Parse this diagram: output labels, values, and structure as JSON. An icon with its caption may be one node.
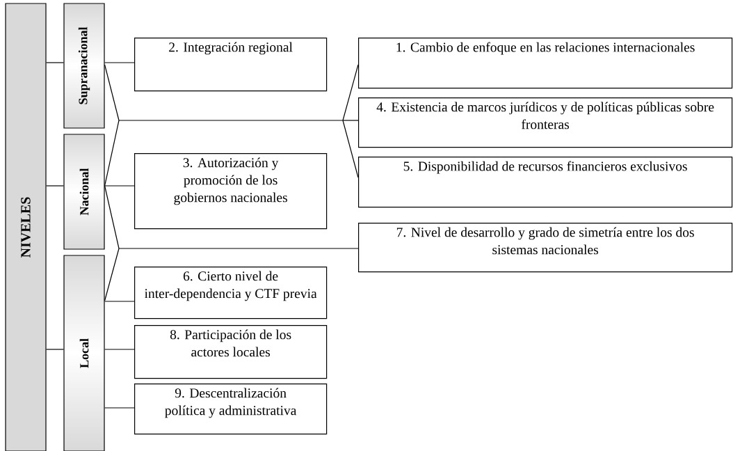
{
  "diagram": {
    "nodes": [
      {
        "text": [
          "NIVELES"
        ]
      },
      {
        "text": [
          "Supranacional"
        ]
      },
      {
        "text": [
          "Nacional"
        ]
      },
      {
        "text": [
          "Local"
        ]
      },
      {
        "text": [
          "2. Integración regional"
        ]
      },
      {
        "text": [
          "3. Autorización y promoción de los gobiernos nacionales"
        ]
      },
      {
        "text": [
          "6. Cierto nivel de inter-dependencia y CTF previa"
        ]
      },
      {
        "text": [
          "8. Participación de los actores locales"
        ]
      },
      {
        "text": [
          "9. Descentralización política y administrativa"
        ]
      },
      {
        "text": [
          "1. Cambio de enfoque en las relaciones internacionales"
        ]
      },
      {
        "text": [
          "4. Existencia de marcos jurídicos y de políticas públicas sobre fronteras"
        ]
      },
      {
        "text": [
          "5. Disponibilidad de recursos financieros exclusivos"
        ]
      },
      {
        "text": [
          "7. Nivel de desarrollo y grado de simetría entre los dos sistemas nacionales"
        ]
      }
    ],
    "edges": [
      {
        "from": 0,
        "to": 1,
        "arrow": "none"
      },
      {
        "from": 0,
        "to": 2,
        "arrow": "none"
      },
      {
        "from": 0,
        "to": 3,
        "arrow": "none"
      },
      {
        "from": 1,
        "to": 4,
        "arrow": "none"
      },
      {
        "from": 2,
        "to": 5,
        "arrow": "none"
      },
      {
        "from": 3,
        "to": 6,
        "arrow": "none"
      },
      {
        "from": 3,
        "to": 7,
        "arrow": "none"
      },
      {
        "from": 3,
        "to": 8,
        "arrow": "none"
      },
      {
        "from": 1,
        "to": 9,
        "arrow": "none"
      },
      {
        "from": 1,
        "to": 10,
        "arrow": "none"
      },
      {
        "from": 1,
        "to": 11,
        "arrow": "none"
      },
      {
        "from": 2,
        "to": 9,
        "arrow": "none"
      },
      {
        "from": 2,
        "to": 10,
        "arrow": "none"
      },
      {
        "from": 2,
        "to": 11,
        "arrow": "none"
      },
      {
        "from": 2,
        "to": 12,
        "arrow": "none"
      },
      {
        "from": 3,
        "to": 12,
        "arrow": "none"
      }
    ]
  }
}
